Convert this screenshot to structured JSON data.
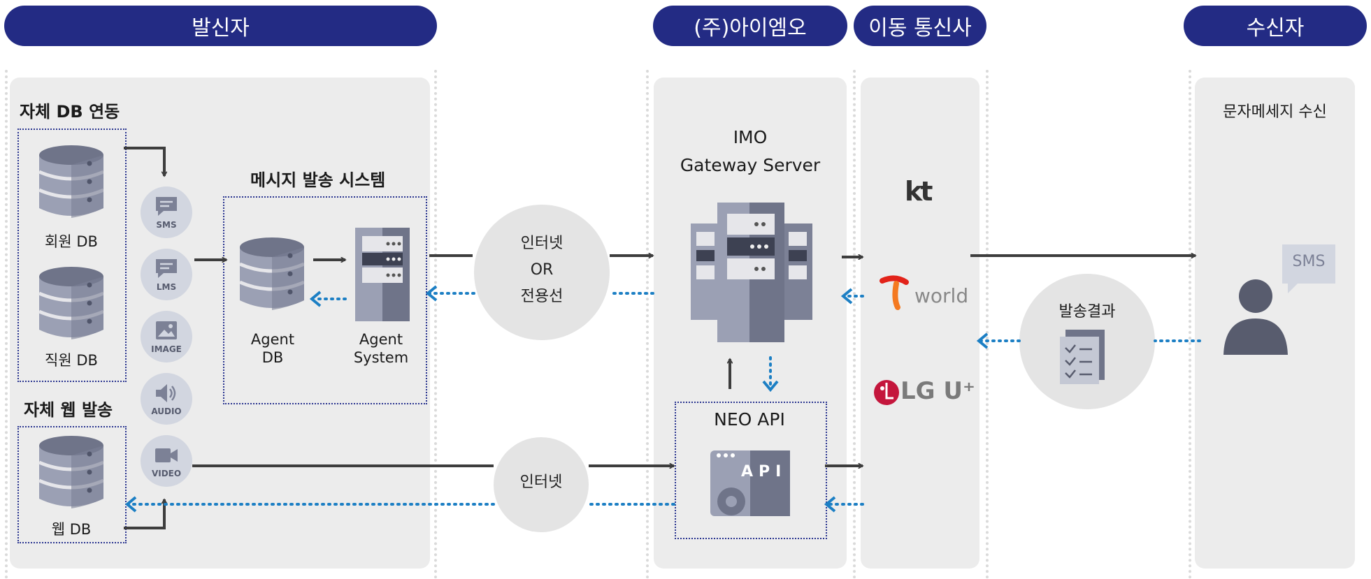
{
  "headers": {
    "sender": "발신자",
    "imo": "(주)아이엠오",
    "carrier": "이동 통신사",
    "receiver": "수신자"
  },
  "sender": {
    "own_db_title": "자체 DB 연동",
    "member_db": "회원 DB",
    "staff_db": "직원 DB",
    "own_web_title": "자체 웹 발송",
    "web_db": "웹 DB",
    "system_title": "메시지 발송 시스템",
    "agent_db_line1": "Agent",
    "agent_db_line2": "DB",
    "agent_system_line1": "Agent",
    "agent_system_line2": "System",
    "media": [
      "SMS",
      "LMS",
      "IMAGE",
      "AUDIO",
      "VIDEO"
    ]
  },
  "network": {
    "top_line1": "인터넷",
    "top_line2": "OR",
    "top_line3": "전용선",
    "bottom": "인터넷"
  },
  "imo": {
    "gateway_line1": "IMO",
    "gateway_line2": "Gateway Server",
    "neo_api": "NEO API",
    "api_icon_text": "API"
  },
  "carrier": {
    "kt": "kt",
    "tworld": "world",
    "lgu": "LG U⁺"
  },
  "receiver": {
    "title": "문자메세지 수신",
    "sms_bubble": "SMS",
    "result": "발송결과"
  },
  "colors": {
    "header": "#232b84",
    "panel": "#ececec",
    "arrow": "#3d3d3d",
    "return_arrow": "#1c7fc4",
    "db": "#9ba0b4"
  }
}
